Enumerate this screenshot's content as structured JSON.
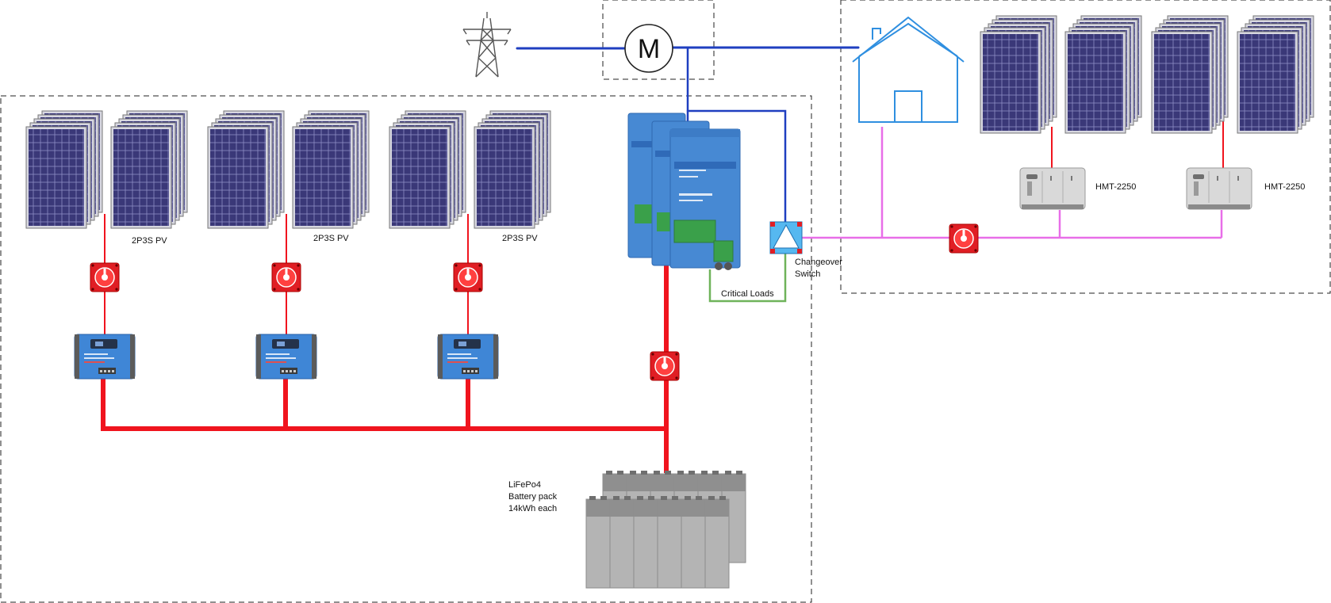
{
  "labels": {
    "meter": "M",
    "pv_group_1": "2P3S PV",
    "pv_group_2": "2P3S PV",
    "pv_group_3": "2P3S PV",
    "changeover_line1": "Changeover",
    "changeover_line2": "Switch",
    "critical_loads": "Critical Loads",
    "micro_inverter_1": "HMT-2250",
    "micro_inverter_2": "HMT-2250",
    "battery_line1": "LiFePo4",
    "battery_line2": "Battery pack",
    "battery_line3": "14kWh each"
  },
  "icons": [
    "transmission-tower-icon",
    "house-icon",
    "solar-panel-icon",
    "dc-isolator-icon",
    "mppt-charge-controller-icon",
    "inverter-charger-icon",
    "changeover-switch-icon",
    "micro-inverter-icon",
    "battery-icon"
  ],
  "colors": {
    "dc": "#f0141e",
    "ac_grid": "#1f3fc0",
    "ac_solar": "#e86ee8",
    "critical": "#6fb35a",
    "house": "#2f8fe0",
    "panel": "#3b3a78",
    "mppt": "#3f86d6",
    "inverter": "#4789d3",
    "micro": "#d9d9d9",
    "battery": "#b3b3b3"
  }
}
